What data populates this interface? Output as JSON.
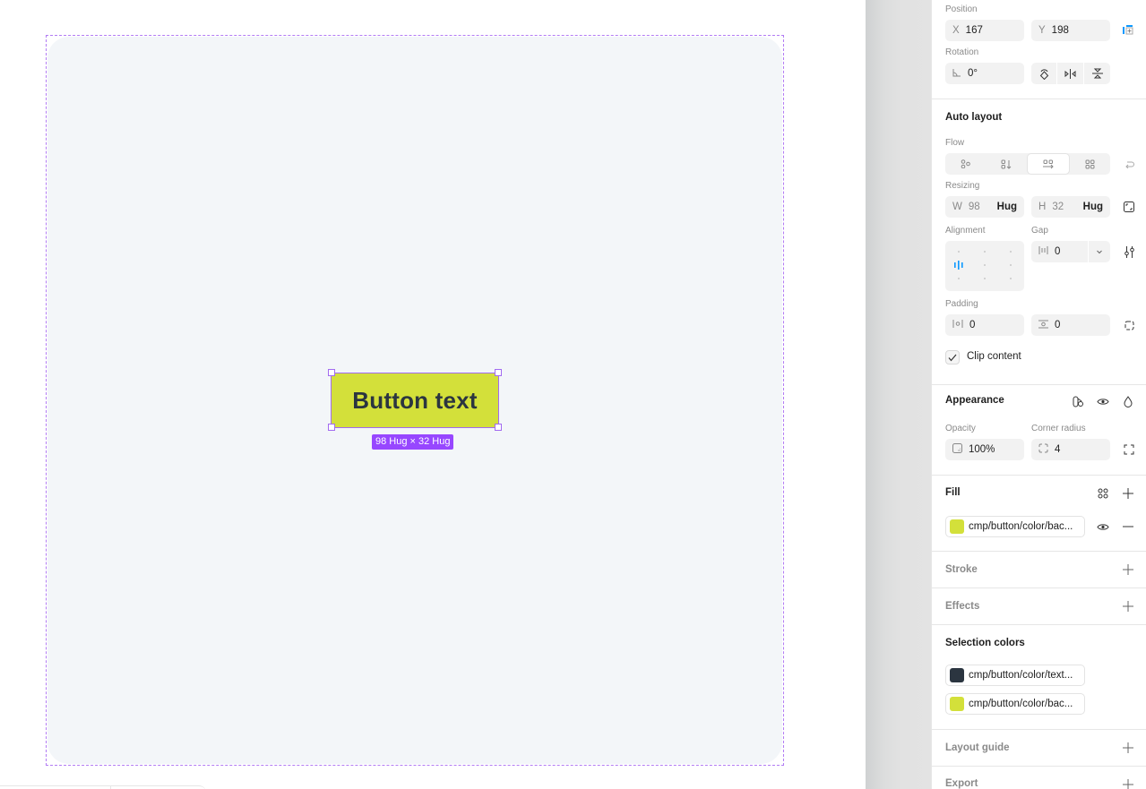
{
  "canvas": {
    "button_text": "Button text",
    "size_badge": "98 Hug × 32 Hug",
    "colors": {
      "frame_bg": "#f3f6f9",
      "button_bg": "#d3e03a",
      "button_text": "#2b3540",
      "selection": "#9747ff"
    }
  },
  "panel": {
    "position": {
      "label": "Position",
      "x_label": "X",
      "x_value": "167",
      "y_label": "Y",
      "y_value": "198"
    },
    "rotation": {
      "label": "Rotation",
      "value": "0°"
    },
    "auto_layout": {
      "title": "Auto layout",
      "flow_label": "Flow",
      "flow_options": [
        "free",
        "vertical",
        "horizontal",
        "grid"
      ],
      "flow_selected": "horizontal",
      "resizing_label": "Resizing",
      "w_label": "W",
      "w_value": "98",
      "w_mode": "Hug",
      "h_label": "H",
      "h_value": "32",
      "h_mode": "Hug",
      "alignment_label": "Alignment",
      "gap_label": "Gap",
      "gap_value": "0",
      "padding_label": "Padding",
      "padding_h": "0",
      "padding_v": "0",
      "clip_label": "Clip content",
      "clip_checked": true
    },
    "appearance": {
      "title": "Appearance",
      "opacity_label": "Opacity",
      "opacity_value": "100%",
      "radius_label": "Corner radius",
      "radius_value": "4"
    },
    "fill": {
      "title": "Fill",
      "items": [
        {
          "name": "cmp/button/color/bac...",
          "color": "#d3e03a"
        }
      ]
    },
    "stroke": {
      "title": "Stroke"
    },
    "effects": {
      "title": "Effects"
    },
    "selection_colors": {
      "title": "Selection colors",
      "items": [
        {
          "name": "cmp/button/color/text...",
          "color": "#2b3540"
        },
        {
          "name": "cmp/button/color/bac...",
          "color": "#d3e03a"
        }
      ]
    },
    "layout_guide": {
      "title": "Layout guide"
    },
    "export": {
      "title": "Export"
    }
  }
}
